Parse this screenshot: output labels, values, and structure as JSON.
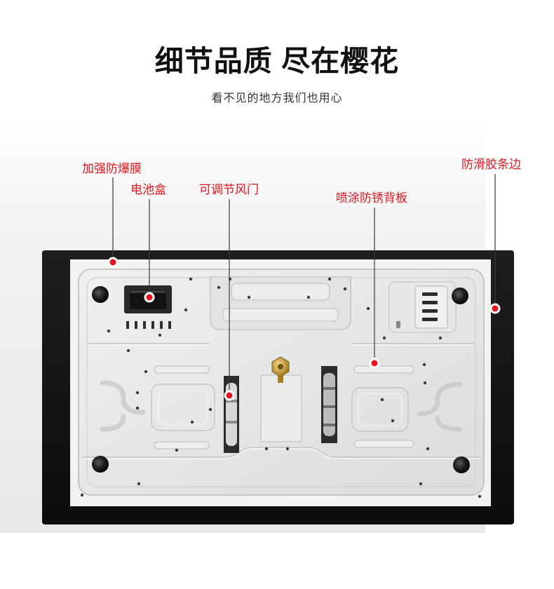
{
  "header": {
    "title": "细节品质 尽在樱花",
    "subtitle": "看不见的地方我们也用心"
  },
  "callouts": [
    {
      "label": "加强防爆膜"
    },
    {
      "label": "电池盒"
    },
    {
      "label": "可调节风门"
    },
    {
      "label": "喷涂防锈背板"
    },
    {
      "label": "防滑胶条边"
    }
  ],
  "colors": {
    "accent": "#e3141b",
    "title": "#111111",
    "glass_panel": "#161616"
  }
}
